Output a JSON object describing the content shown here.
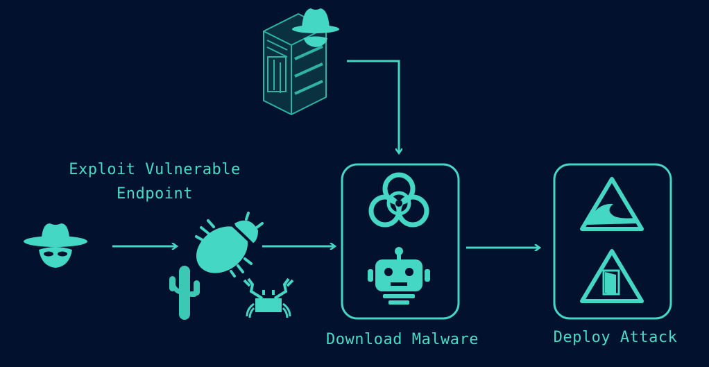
{
  "colors": {
    "background": "#01112e",
    "accent": "#44d8c4"
  },
  "labels": {
    "exploit_line1": "Exploit Vulnerable",
    "exploit_line2": "Endpoint",
    "download": "Download Malware",
    "deploy": "Deploy Attack"
  },
  "icons": [
    "hacker-icon",
    "server-hacker-icon",
    "bug-icon",
    "cactus-icon",
    "crab-icon",
    "biohazard-icon",
    "robot-icon",
    "tsunami-warning-icon",
    "exit-door-warning-icon"
  ]
}
